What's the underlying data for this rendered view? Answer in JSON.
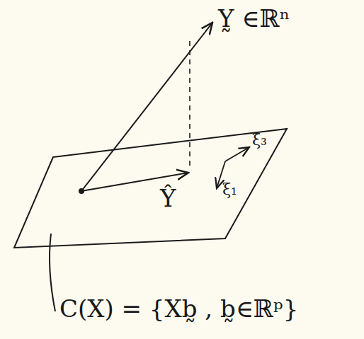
{
  "diagram": {
    "labels": [
      "Y̰ ∈ℝⁿ",
      "Ŷ",
      "ξ₃",
      "ξ₁",
      "C(X) = {Xb̰ , b̰∈ℝᵖ}"
    ]
  }
}
